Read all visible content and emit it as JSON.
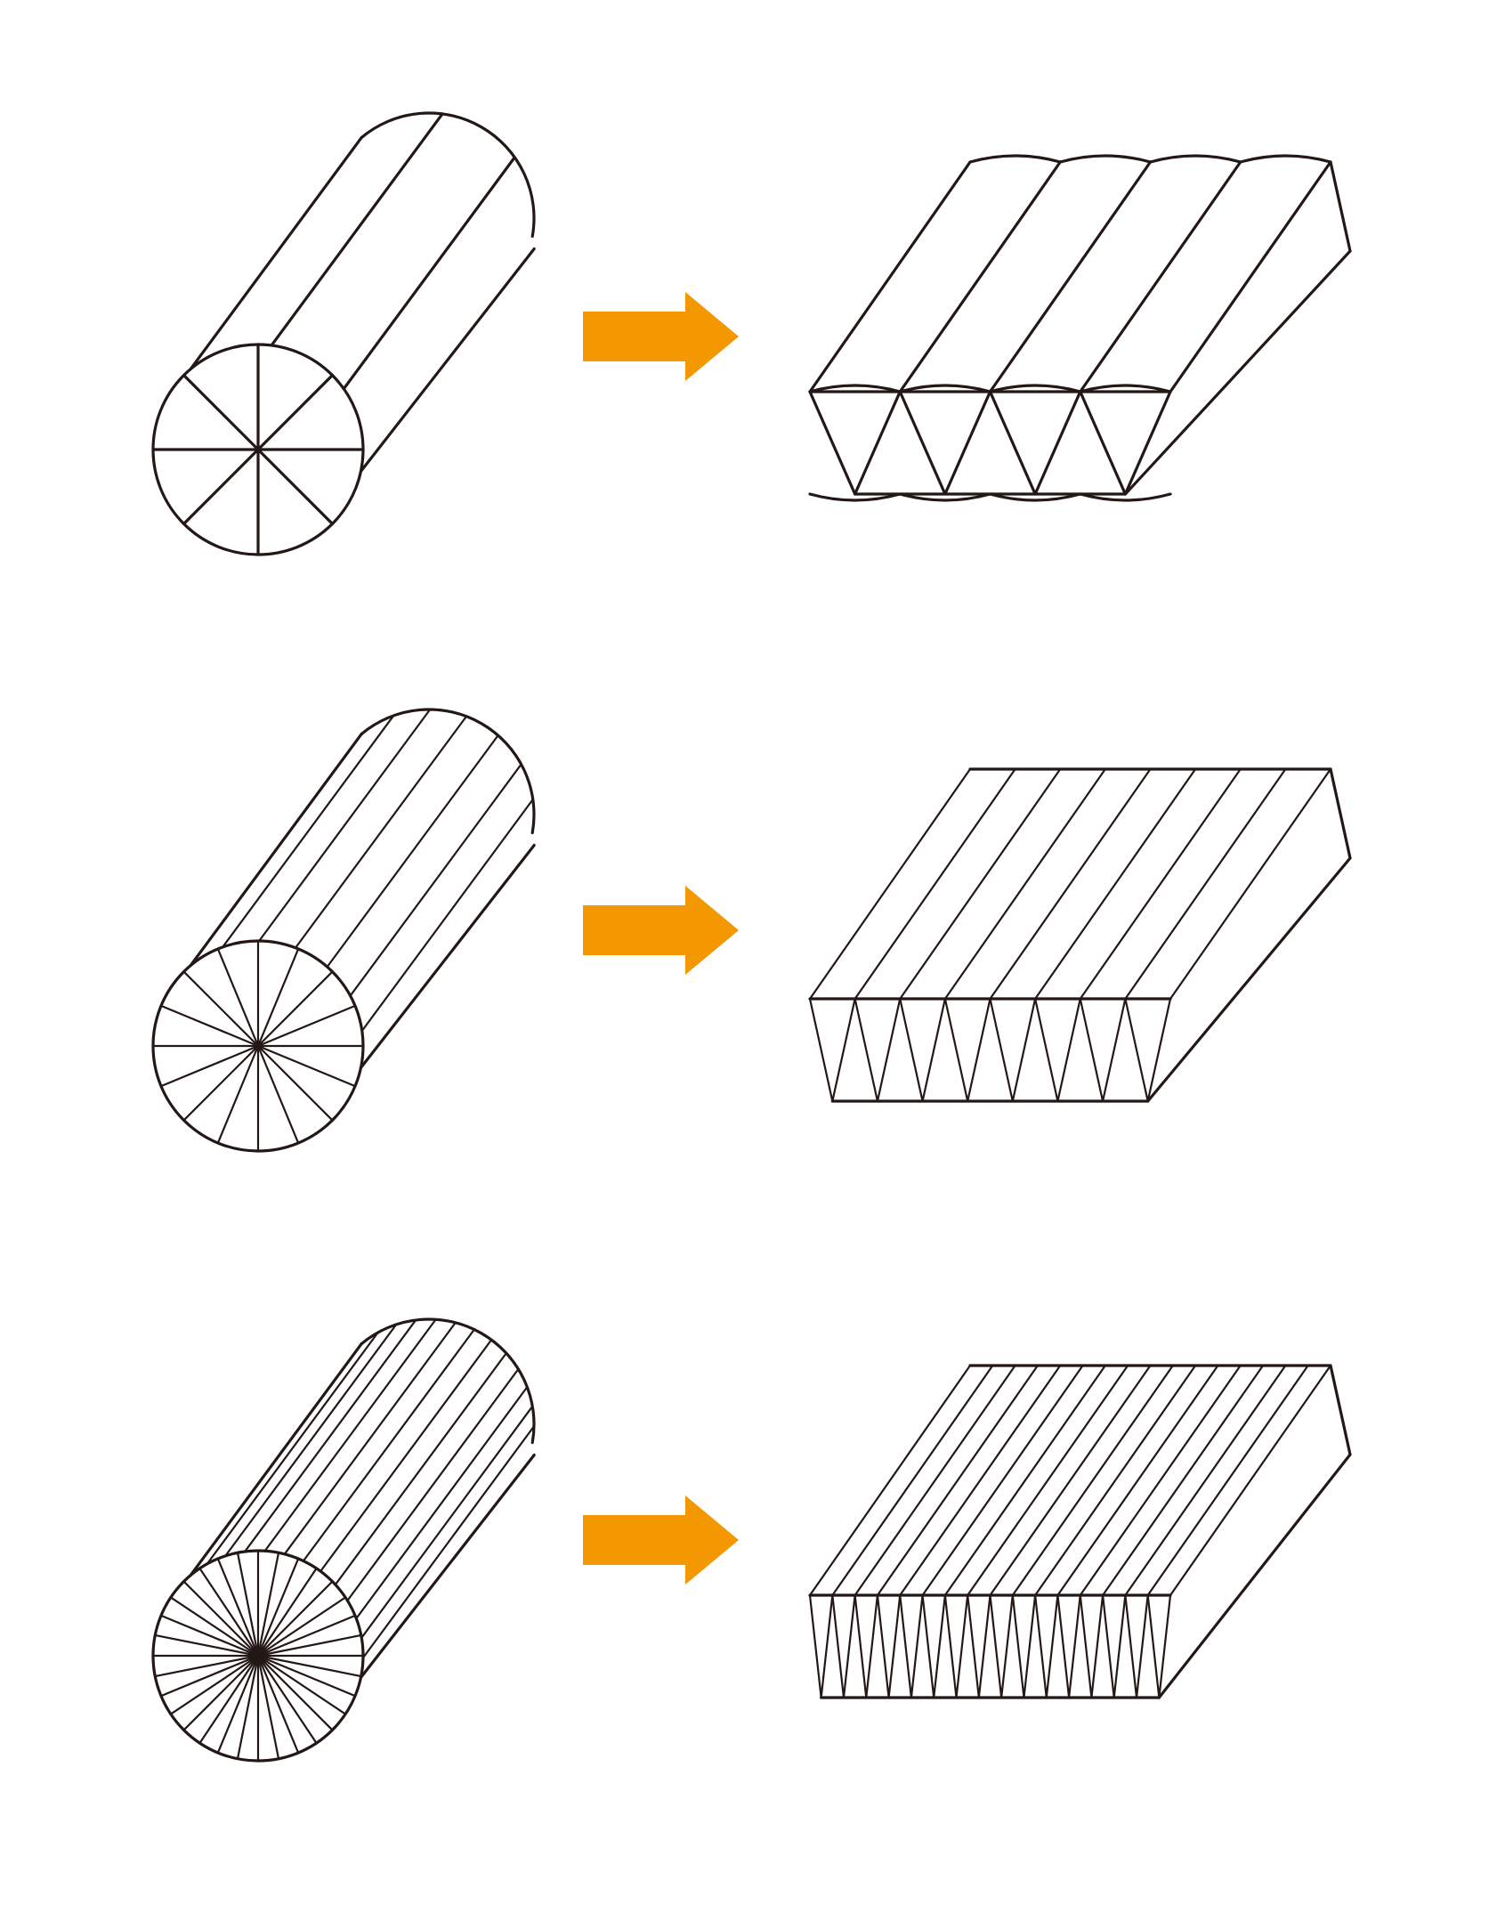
{
  "figure": {
    "line_color": "#231815",
    "arrow_color": "#F39800",
    "background": "#FFFFFF",
    "rows": [
      {
        "cylinder_sectors": 8,
        "slab_wedges": 4,
        "slab_top_style": "arched"
      },
      {
        "cylinder_sectors": 16,
        "slab_wedges": 8,
        "slab_top_style": "flat"
      },
      {
        "cylinder_sectors": 32,
        "slab_wedges": 16,
        "slab_top_style": "flat"
      }
    ]
  }
}
